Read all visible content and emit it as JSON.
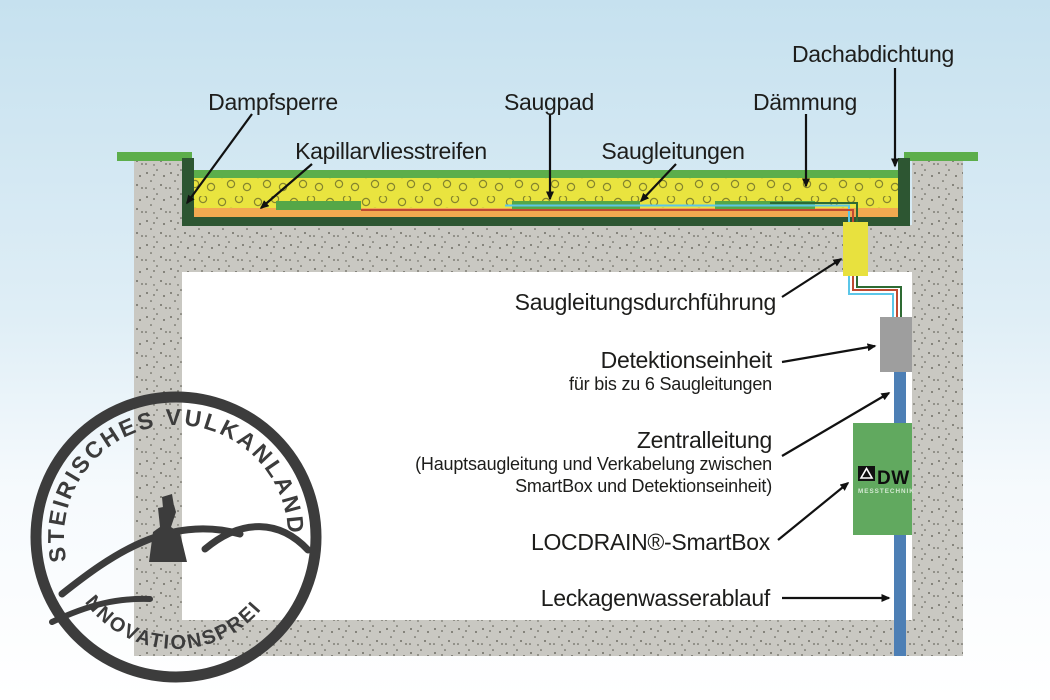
{
  "diagram": {
    "title_context": "LOCDRAIN roof leak detection system cross-section",
    "labels": {
      "dachabdichtung": "Dachabdichtung",
      "dampfsperre": "Dampfsperre",
      "kapillarvliesstreifen": "Kapillarvliesstreifen",
      "saugpad": "Saugpad",
      "saugleitungen": "Saugleitungen",
      "daemmung": "Dämmung",
      "saugleitungsdurchfuehrung": "Saugleitungsdurchführung",
      "detektionseinheit": "Detektionseinheit",
      "detektionseinheit_sub": "für bis zu 6 Saugleitungen",
      "zentralleitung": "Zentralleitung",
      "zentralleitung_sub1": "(Hauptsaugleitung und Verkabelung zwischen",
      "zentralleitung_sub2": "SmartBox und Detektionseinheit)",
      "smartbox": "LOCDRAIN®-SmartBox",
      "leckagenwasserablauf": "Leckagenwasserablauf"
    },
    "stamp": {
      "top_text": "STEIRISCHES VULKANLAND",
      "bottom_text": "INNOVATIONSPREIS"
    },
    "smartbox_logo": {
      "name": "DW",
      "subtitle": "MESSTECHNIK"
    },
    "colors": {
      "sky_top": "#c6e1ef",
      "sky_bottom": "#ffffff",
      "concrete": "#c9c8c2",
      "concrete_speckle": "#55544a",
      "roof_liner_dark_green": "#2d5632",
      "coping_green": "#5cae4b",
      "surface_strip_green": "#5cae4b",
      "insulation_yellow": "#e9e43f",
      "vapour_barrier_orange": "#f2a950",
      "saugpad_green": "#55a747",
      "suction_line_red": "#bf4a32",
      "suction_line_blue": "#5bc6e8",
      "suction_line_green": "#2e6b33",
      "penetration_yellow": "#e8e13e",
      "detection_unit_gray": "#9e9e9e",
      "drain_pipe_blue": "#4d7fb5",
      "smartbox_green": "#61a95f",
      "stamp_ink": "#3c3c3c",
      "arrow_black": "#111111"
    }
  }
}
